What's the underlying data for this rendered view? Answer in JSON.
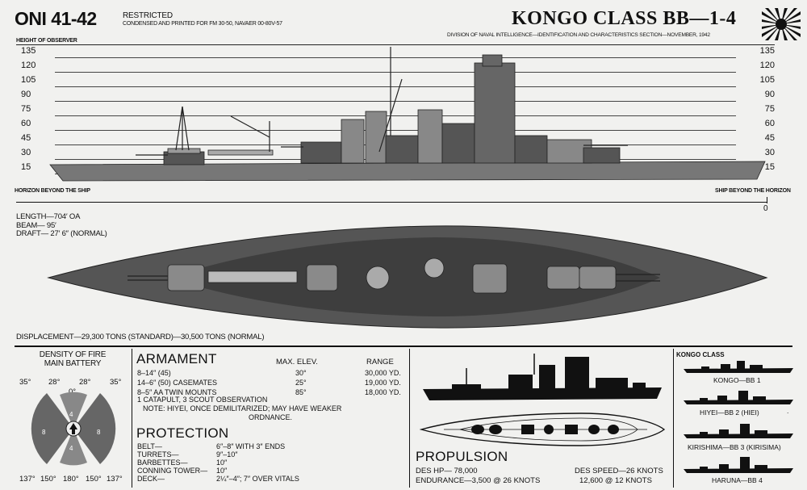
{
  "header": {
    "code": "ONI 41-42",
    "restricted": "RESTRICTED",
    "condensed": "CONDENSED AND PRINTED FOR FM 30-50, NAVAER 00-80V-57",
    "title": "KONGO CLASS BB—1-4",
    "division": "DIVISION OF NAVAL INTELLIGENCE—IDENTIFICATION AND CHARACTERISTICS SECTION—NOVEMBER, 1942",
    "observer_label": "HEIGHT OF OBSERVER"
  },
  "scale": {
    "levels": [
      "135",
      "120",
      "105",
      "90",
      "75",
      "60",
      "45",
      "30",
      "15"
    ],
    "horizon_left": "HORIZON BEYOND THE SHIP",
    "horizon_right": "SHIP BEYOND THE HORIZON",
    "zero": "0"
  },
  "dimensions": {
    "length": "LENGTH—704′ OA",
    "beam": "BEAM—   95′",
    "draft": "DRAFT—  27′ 6″ (NORMAL)"
  },
  "displacement": "DISPLACEMENT—29,300 TONS (STANDARD)—30,500 TONS (NORMAL)",
  "density": {
    "title1": "DENSITY OF FIRE",
    "title2": "MAIN BATTERY",
    "top_angles": [
      "35°",
      "28°",
      "28°",
      "35°"
    ],
    "zero_angle": "0°",
    "values": [
      "4",
      "8",
      "8",
      "4"
    ],
    "bottom_angles": [
      "137°",
      "150°",
      "180°",
      "150°",
      "137°"
    ]
  },
  "armament": {
    "title": "ARMAMENT",
    "col_elev": "MAX. ELEV.",
    "col_range": "RANGE",
    "rows": [
      {
        "name": "8–14″ (45)",
        "elev": "30°",
        "range": "30,000 YD."
      },
      {
        "name": "14–6″ (50) CASEMATES",
        "elev": "25°",
        "range": "19,000 YD."
      },
      {
        "name": "8–5″  AA TWIN MOUNTS",
        "elev": "85°",
        "range": "18,000 YD."
      }
    ],
    "catapult": "1 CATAPULT, 3 SCOUT OBSERVATION",
    "note1": "NOTE: HIYEI, ONCE DEMILITARIZED; MAY HAVE WEAKER",
    "note2": "ORDNANCE."
  },
  "protection": {
    "title": "PROTECTION",
    "rows": [
      {
        "name": "BELT—",
        "value": "6″–8″ WITH 3″ ENDS"
      },
      {
        "name": "TURRETS—",
        "value": "9″–10″"
      },
      {
        "name": "BARBETTES—",
        "value": "10″"
      },
      {
        "name": "CONNING TOWER—",
        "value": "10″"
      },
      {
        "name": "DECK—",
        "value": "2¼″–4″; 7″ OVER VITALS"
      }
    ]
  },
  "propulsion": {
    "title": "PROPULSION",
    "des_hp": "DES HP—      78,000",
    "endurance": "ENDURANCE—3,500 @ 26 KNOTS",
    "des_speed": "DES SPEED—26 KNOTS",
    "endurance2": "12,600 @ 12 KNOTS"
  },
  "class": {
    "title": "KONGO CLASS",
    "ships": [
      "KONGO—BB 1",
      "HIYEI—BB 2 (HIEI)",
      ".",
      "KIRISHIMA—BB 3 (KIRISIMA)",
      "HARUNA—BB 4"
    ]
  }
}
